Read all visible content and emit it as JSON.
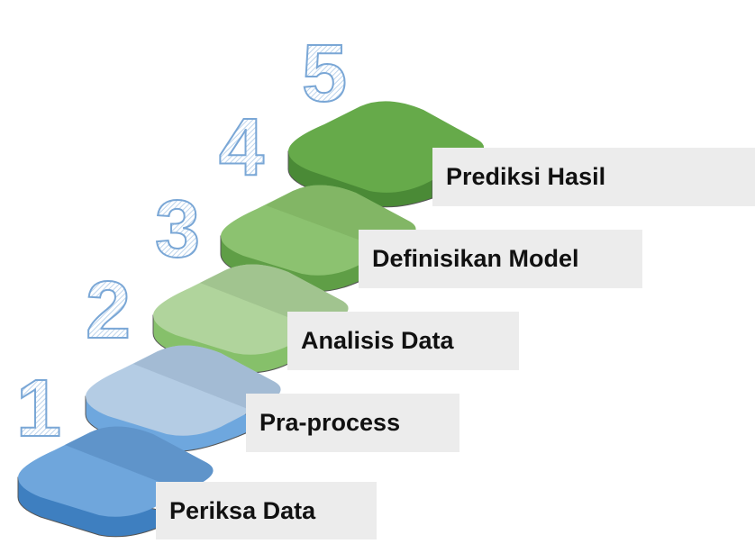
{
  "steps": [
    {
      "number": "1",
      "label": "Periksa Data",
      "color": "#5b9bd5"
    },
    {
      "number": "2",
      "label": "Pra-process",
      "color": "#a8c4e0"
    },
    {
      "number": "3",
      "label": "Analisis Data",
      "color": "#b0d49c"
    },
    {
      "number": "4",
      "label": "Definisikan Model",
      "color": "#8cc270"
    },
    {
      "number": "5",
      "label": "Prediksi Hasil",
      "color": "#66aa4a"
    }
  ]
}
